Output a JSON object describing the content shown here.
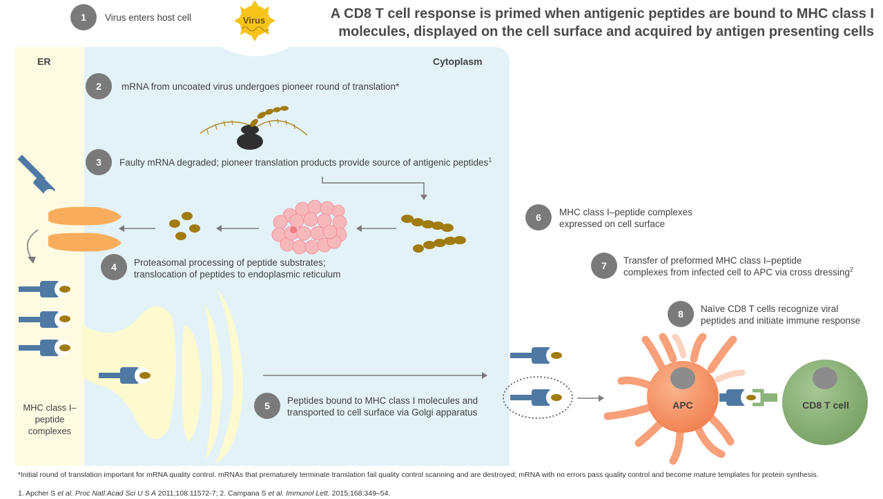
{
  "title": {
    "line1": "A CD8 T cell response is primed when antigenic peptides are bound to MHC class I",
    "line2": "molecules, displayed on the cell surface and acquired by antigen presenting cells"
  },
  "virus_label": "Virus",
  "regions": {
    "er": "ER",
    "cytoplasm": "Cytoplasm"
  },
  "steps": [
    {
      "number": "1",
      "text": "Virus enters host cell"
    },
    {
      "number": "2",
      "text": "mRNA from uncoated virus undergoes pioneer round of translation*"
    },
    {
      "number": "3",
      "text": "Faulty mRNA degraded; pioneer translation products provide source of antigenic peptides",
      "sup": "1"
    },
    {
      "number": "4",
      "line1": "Proteasomal processing of peptide substrates;",
      "line2": "translocation of peptides to endoplasmic reticulum"
    },
    {
      "number": "5",
      "line1": "Peptides bound to MHC class I molecules and",
      "line2": "transported to cell surface via Golgi apparatus"
    },
    {
      "number": "6",
      "line1": "MHC class I–peptide complexes",
      "line2": "expressed on cell surface"
    },
    {
      "number": "7",
      "line1": "Transfer of preformed MHC class I–peptide",
      "line2": "complexes from infected cell to APC via cross dressing",
      "sup": "2"
    },
    {
      "number": "8",
      "line1": "Naïve CD8 T cells recognize viral",
      "line2": "peptides and initiate immune response"
    }
  ],
  "mhc_label": {
    "line1": "MHC class I–",
    "line2": "peptide",
    "line3": "complexes"
  },
  "cells": {
    "apc": "APC",
    "cd8": "CD8 T cell"
  },
  "footnotes": {
    "asterisk": "*Initial round of translation important for mRNA quality control. mRNAs that prematurely terminate translation fail quality control scanning and are destroyed; mRNA with no errors pass quality control and become mature templates for protein synthesis.",
    "ref1_pre": "1. Apcher S ",
    "ref1_etal": "et al.",
    "ref1_journal": " Proc Natl Acad Sci U S A",
    "ref1_post": " 2011;108:11572-7; 2. Campana S ",
    "ref2_etal": "et al.",
    "ref2_journal": " Immunol Lett.",
    "ref2_post": " 2015;168:349–54."
  },
  "colors": {
    "er": "#fefbe2",
    "cytoplasm": "#e3f2f7",
    "step_circle": "#7a7a7a",
    "apc": "#f79a6e",
    "cd8": "#8db37a",
    "mhc": "#4f79a3",
    "peptide": "#a07b10",
    "proteasome": "#f7b8bc",
    "er_channel": "#f9ad5c",
    "virus": "#f7c51a"
  }
}
